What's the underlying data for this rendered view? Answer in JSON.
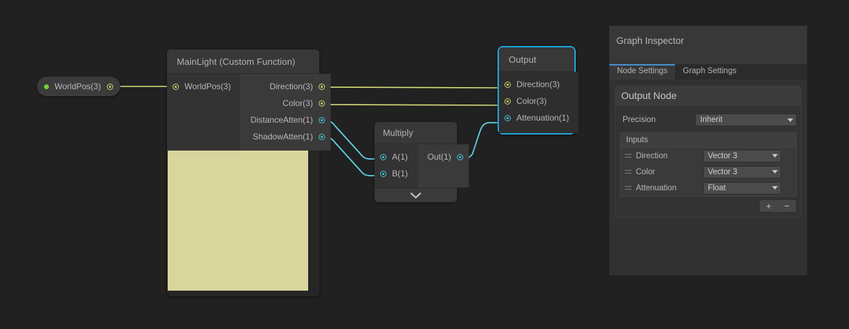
{
  "canvas": {
    "background": "#212121"
  },
  "property_node": {
    "label": "WorldPos(3)",
    "dot_color": "#6fd13c",
    "port_type": "vector3"
  },
  "nodes": [
    {
      "id": "mainlight",
      "title": "MainLight (Custom Function)",
      "inputs": [
        {
          "label": "WorldPos(3)",
          "type": "vector3"
        }
      ],
      "outputs": [
        {
          "label": "Direction(3)",
          "type": "vector3"
        },
        {
          "label": "Color(3)",
          "type": "vector3"
        },
        {
          "label": "DistanceAtten(1)",
          "type": "float"
        },
        {
          "label": "ShadowAtten(1)",
          "type": "float"
        }
      ],
      "preview_color": "#d8d69c"
    },
    {
      "id": "multiply",
      "title": "Multiply",
      "inputs": [
        {
          "label": "A(1)",
          "type": "float"
        },
        {
          "label": "B(1)",
          "type": "float"
        }
      ],
      "outputs": [
        {
          "label": "Out(1)",
          "type": "float"
        }
      ],
      "collapse_icon": "chevron-down-icon"
    },
    {
      "id": "output",
      "title": "Output",
      "selected": true,
      "selection_color": "#1ea7e0",
      "inputs": [
        {
          "label": "Direction(3)",
          "type": "vector3"
        },
        {
          "label": "Color(3)",
          "type": "vector3"
        },
        {
          "label": "Attenuation(1)",
          "type": "float"
        }
      ]
    }
  ],
  "wire_colors": {
    "vector3": "#dbe07a",
    "float": "#5fd4e6"
  },
  "inspector": {
    "title": "Graph Inspector",
    "tabs": [
      {
        "label": "Node Settings",
        "active": true
      },
      {
        "label": "Graph Settings",
        "active": false
      }
    ],
    "active_tab_color": "#4a8fd4",
    "card_title": "Output Node",
    "precision": {
      "label": "Precision",
      "value": "Inherit"
    },
    "inputs_header": "Inputs",
    "inputs": [
      {
        "name": "Direction",
        "type": "Vector 3"
      },
      {
        "name": "Color",
        "type": "Vector 3"
      },
      {
        "name": "Attenuation",
        "type": "Float"
      }
    ],
    "add_button": "+",
    "remove_button": "−"
  }
}
